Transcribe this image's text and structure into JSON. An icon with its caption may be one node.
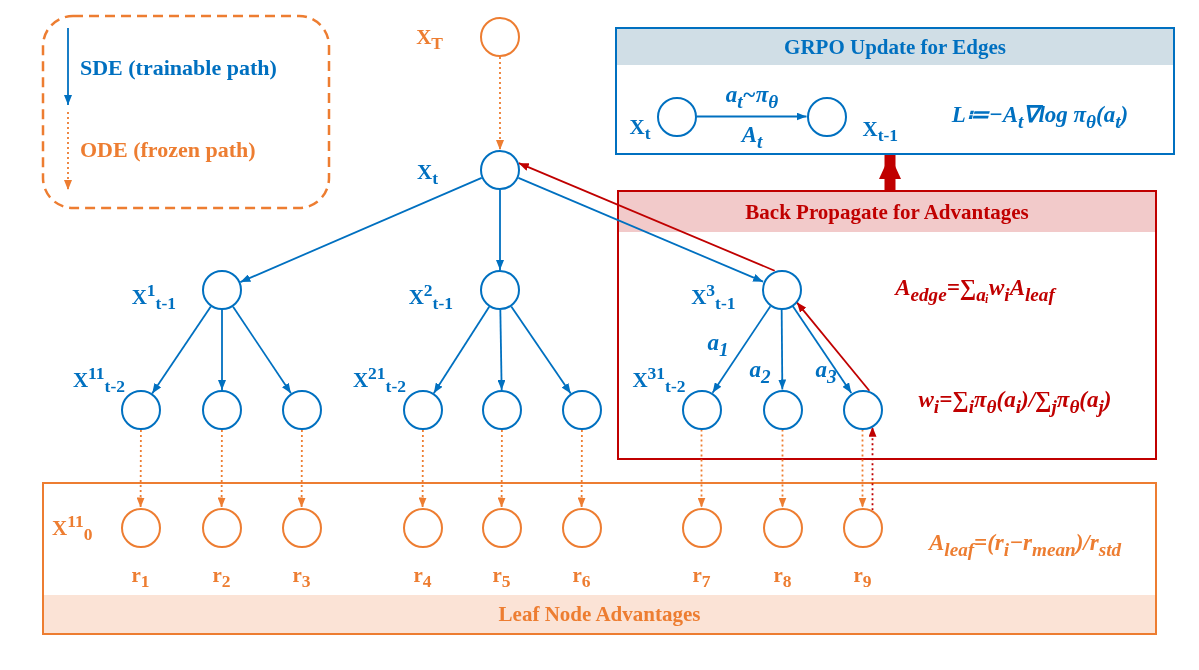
{
  "diagram": {
    "nodes": [
      {
        "text": [
          "GRPO Update for Edges"
        ]
      },
      {
        "text": [],
        "shape": "circle",
        "in": 0,
        "beside": [
          "X$_{t}$"
        ]
      },
      {
        "text": [],
        "shape": "circle",
        "in": 0,
        "beside": [
          "X$_{t-1}$"
        ]
      },
      {
        "text": [
          "Back Propagate for Advantages"
        ]
      },
      {
        "text": [
          "Leaf Node Advantages"
        ]
      },
      {
        "text": [],
        "shape": "circle",
        "beside": [
          "X$_{T}$"
        ]
      },
      {
        "text": [],
        "shape": "circle",
        "beside": [
          "X$_{t}$"
        ]
      },
      {
        "text": [],
        "shape": "circle",
        "beside": [
          "X$^{1}$$_{t-1}$"
        ]
      },
      {
        "text": [],
        "shape": "circle",
        "beside": [
          "X$^{2}$$_{t-1}$"
        ]
      },
      {
        "text": [],
        "shape": "circle",
        "in": 3,
        "beside": [
          "X$^{3}$$_{t-1}$"
        ]
      },
      {
        "text": [],
        "shape": "circle",
        "beside": [
          "X$^{11}$$_{t-2}$"
        ]
      },
      {
        "text": [],
        "shape": "circle"
      },
      {
        "text": [],
        "shape": "circle"
      },
      {
        "text": [],
        "shape": "circle",
        "beside": [
          "X$^{21}$$_{t-2}$"
        ]
      },
      {
        "text": [],
        "shape": "circle"
      },
      {
        "text": [],
        "shape": "circle"
      },
      {
        "text": [],
        "shape": "circle",
        "in": 3,
        "beside": [
          "X$^{31}$$_{t-2}$"
        ]
      },
      {
        "text": [],
        "shape": "circle",
        "in": 3
      },
      {
        "text": [],
        "shape": "circle",
        "in": 3
      },
      {
        "text": [],
        "shape": "circle",
        "in": 4,
        "beside": [
          "X$^{11}$$_{0}$",
          "r$_{1}$"
        ]
      },
      {
        "text": [],
        "shape": "circle",
        "in": 4,
        "beside": [
          "r$_{2}$"
        ]
      },
      {
        "text": [],
        "shape": "circle",
        "in": 4,
        "beside": [
          "r$_{3}$"
        ]
      },
      {
        "text": [],
        "shape": "circle",
        "in": 4,
        "beside": [
          "r$_{4}$"
        ]
      },
      {
        "text": [],
        "shape": "circle",
        "in": 4,
        "beside": [
          "r$_{5}$"
        ]
      },
      {
        "text": [],
        "shape": "circle",
        "in": 4,
        "beside": [
          "r$_{6}$"
        ]
      },
      {
        "text": [],
        "shape": "circle",
        "in": 4,
        "beside": [
          "r$_{7}$"
        ]
      },
      {
        "text": [],
        "shape": "circle",
        "in": 4,
        "beside": [
          "r$_{8}$"
        ]
      },
      {
        "text": [],
        "shape": "circle",
        "in": 4,
        "beside": [
          "r$_{9}$"
        ]
      }
    ],
    "edges": [
      {
        "from": 1,
        "to": 2,
        "arrow": "to",
        "label": "a$_{t}$~π$_{θ}$"
      },
      {
        "from": 5,
        "to": 6,
        "arrow": "to",
        "style": "dashed",
        "color": "#ed7d31"
      },
      {
        "from": 6,
        "to": 7,
        "arrow": "to"
      },
      {
        "from": 6,
        "to": 8,
        "arrow": "to"
      },
      {
        "from": 6,
        "to": 9,
        "arrow": "to"
      },
      {
        "from": 9,
        "to": 6,
        "arrow": "to",
        "color": "#c00000"
      },
      {
        "from": 7,
        "to": 10,
        "arrow": "to"
      },
      {
        "from": 7,
        "to": 11,
        "arrow": "to"
      },
      {
        "from": 7,
        "to": 12,
        "arrow": "to"
      },
      {
        "from": 8,
        "to": 13,
        "arrow": "to"
      },
      {
        "from": 8,
        "to": 14,
        "arrow": "to"
      },
      {
        "from": 8,
        "to": 15,
        "arrow": "to"
      },
      {
        "from": 9,
        "to": 16,
        "arrow": "to",
        "label": "a$_{1}$"
      },
      {
        "from": 9,
        "to": 17,
        "arrow": "to",
        "label": "a$_{2}$"
      },
      {
        "from": 9,
        "to": 18,
        "arrow": "to",
        "label": "a$_{3}$"
      },
      {
        "from": 18,
        "to": 9,
        "arrow": "to",
        "color": "#c00000"
      },
      {
        "from": 10,
        "to": 19,
        "arrow": "to",
        "style": "dashed",
        "color": "#ed7d31"
      },
      {
        "from": 11,
        "to": 20,
        "arrow": "to",
        "style": "dashed",
        "color": "#ed7d31"
      },
      {
        "from": 12,
        "to": 21,
        "arrow": "to",
        "style": "dashed",
        "color": "#ed7d31"
      },
      {
        "from": 13,
        "to": 22,
        "arrow": "to",
        "style": "dashed",
        "color": "#ed7d31"
      },
      {
        "from": 14,
        "to": 23,
        "arrow": "to",
        "style": "dashed",
        "color": "#ed7d31"
      },
      {
        "from": 15,
        "to": 24,
        "arrow": "to",
        "style": "dashed",
        "color": "#ed7d31"
      },
      {
        "from": 16,
        "to": 25,
        "arrow": "to",
        "style": "dashed",
        "color": "#ed7d31"
      },
      {
        "from": 17,
        "to": 26,
        "arrow": "to",
        "style": "dashed",
        "color": "#ed7d31"
      },
      {
        "from": 18,
        "to": 27,
        "arrow": "to",
        "style": "dashed",
        "color": "#ed7d31"
      },
      {
        "from": 27,
        "to": 18,
        "arrow": "to",
        "style": "dashed",
        "color": "#c00000"
      },
      {
        "from": 3,
        "to": 0,
        "arrow": "to",
        "style": "thick",
        "color": "#c00000"
      }
    ],
    "labels": [
      "A$_{t}$",
      "L≔−A$_{t}$∇log π$_{θ}$(a$_{t}$)",
      "A$_{edge}$=∑$_{aᵢ}$w$_{i}$A$_{leaf}$",
      "w$_{i}$=∑$_{i}$π$_{θ}$(a$_{i}$)/∑$_{j}$π$_{θ}$(a$_{j}$)",
      "A$_{leaf}$=(r$_{i}$−r$_{mean}$)/r$_{std}$"
    ],
    "legend": [
      {
        "text": "SDE (trainable path)"
      },
      {
        "text": "ODE (frozen path)"
      }
    ]
  }
}
